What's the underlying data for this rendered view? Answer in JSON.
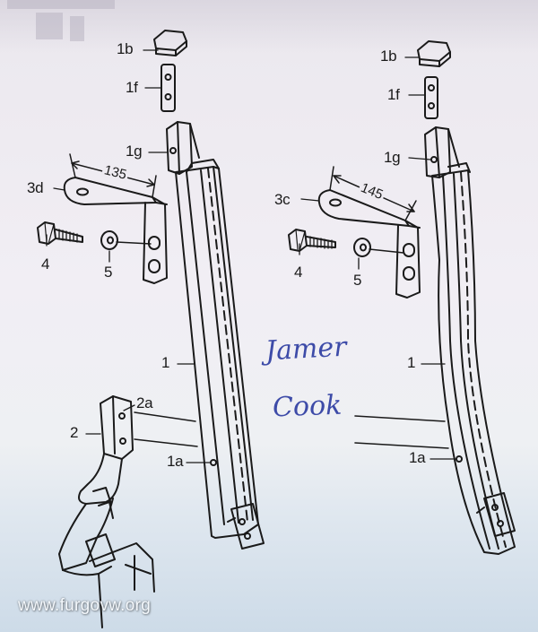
{
  "callouts": {
    "left": {
      "c1b": "1b",
      "c1f": "1f",
      "c1g": "1g",
      "c3d": "3d",
      "c4": "4",
      "c5": "5",
      "c1": "1",
      "c2": "2",
      "c2a": "2a",
      "c1a": "1a"
    },
    "right": {
      "c1b": "1b",
      "c1f": "1f",
      "c1g": "1g",
      "c3c": "3c",
      "c4": "4",
      "c5": "5",
      "c1": "1",
      "c1a": "1a"
    }
  },
  "dimensions": {
    "left_bracket": "135",
    "right_bracket": "145"
  },
  "handwriting": {
    "line1": "Jamer",
    "line2": "Cook"
  },
  "watermark": "www.furgovw.org",
  "colors": {
    "ink": "#1a1a1a",
    "handwriting": "#3d4ba8",
    "paper": "#efecf2"
  }
}
